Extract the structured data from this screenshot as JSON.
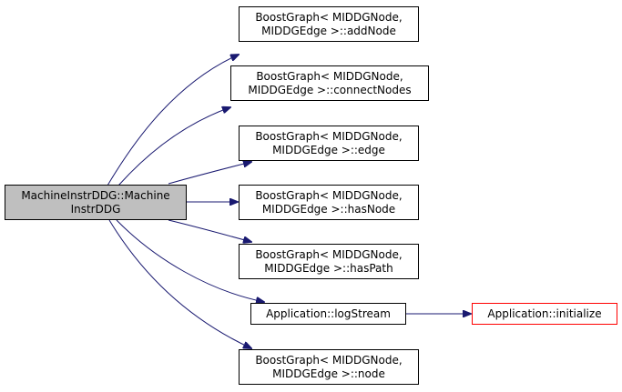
{
  "graph": {
    "root": {
      "line1": "MachineInstrDDG::Machine",
      "line2": "InstrDDG"
    },
    "callees": [
      {
        "line1": "BoostGraph< MIDDGNode,",
        "line2": "MIDDGEdge >::addNode"
      },
      {
        "line1": "BoostGraph< MIDDGNode,",
        "line2": "MIDDGEdge >::connectNodes"
      },
      {
        "line1": "BoostGraph< MIDDGNode,",
        "line2": "MIDDGEdge >::edge"
      },
      {
        "line1": "BoostGraph< MIDDGNode,",
        "line2": "MIDDGEdge >::hasNode"
      },
      {
        "line1": "BoostGraph< MIDDGNode,",
        "line2": "MIDDGEdge >::hasPath"
      },
      {
        "label": "Application::logStream"
      },
      {
        "line1": "BoostGraph< MIDDGNode,",
        "line2": "MIDDGEdge >::node"
      }
    ],
    "second_level": {
      "label": "Application::initialize"
    }
  },
  "colors": {
    "edge": "#191970",
    "root_fill": "#bfbfbf",
    "node_border": "#000000",
    "undocumented_border": "#ff0000"
  }
}
